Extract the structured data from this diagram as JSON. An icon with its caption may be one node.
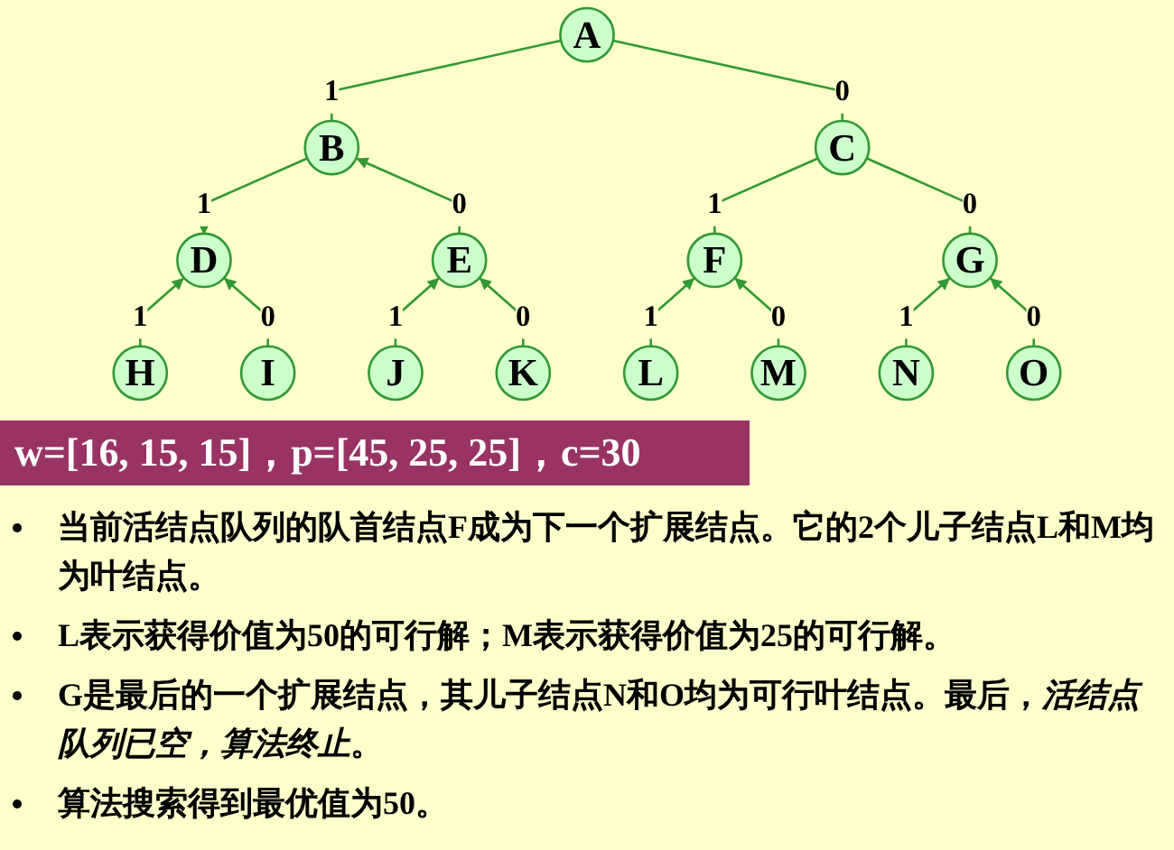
{
  "diagram": {
    "nodes": [
      {
        "text": [
          "A"
        ]
      },
      {
        "text": [
          "B"
        ]
      },
      {
        "text": [
          "C"
        ]
      },
      {
        "text": [
          "D"
        ]
      },
      {
        "text": [
          "E"
        ]
      },
      {
        "text": [
          "F"
        ]
      },
      {
        "text": [
          "G"
        ]
      },
      {
        "text": [
          "H"
        ]
      },
      {
        "text": [
          "I"
        ]
      },
      {
        "text": [
          "J"
        ]
      },
      {
        "text": [
          "K"
        ]
      },
      {
        "text": [
          "L"
        ]
      },
      {
        "text": [
          "M"
        ]
      },
      {
        "text": [
          "N"
        ]
      },
      {
        "text": [
          "O"
        ]
      }
    ],
    "edges": [
      {
        "from": 0,
        "to": 1,
        "arrow": "none",
        "label": "1"
      },
      {
        "from": 0,
        "to": 2,
        "arrow": "none",
        "label": "0"
      },
      {
        "from": 1,
        "to": 3,
        "arrow": "to",
        "label": "1"
      },
      {
        "from": 4,
        "to": 1,
        "arrow": "to",
        "label": "0"
      },
      {
        "from": 2,
        "to": 5,
        "arrow": "none",
        "label": "1"
      },
      {
        "from": 2,
        "to": 6,
        "arrow": "none",
        "label": "0"
      },
      {
        "from": 7,
        "to": 3,
        "arrow": "to",
        "label": "1"
      },
      {
        "from": 8,
        "to": 3,
        "arrow": "to",
        "label": "0"
      },
      {
        "from": 9,
        "to": 4,
        "arrow": "to",
        "label": "1"
      },
      {
        "from": 10,
        "to": 4,
        "arrow": "to",
        "label": "0"
      },
      {
        "from": 11,
        "to": 5,
        "arrow": "to",
        "label": "1"
      },
      {
        "from": 12,
        "to": 5,
        "arrow": "to",
        "label": "0"
      },
      {
        "from": 13,
        "to": 6,
        "arrow": "to",
        "label": "1"
      },
      {
        "from": 14,
        "to": 6,
        "arrow": "to",
        "label": "0"
      }
    ],
    "labels": [
      "w=[16, 15, 15]，p=[45, 25, 25]，c=30",
      "当前活结点队列的队首结点F成为下一个扩展结点。它的2个儿子结点L和M均为叶结点。",
      "L表示获得价值为50的可行解；M表示获得价值为25的可行解。",
      "G是最后的一个扩展结点，其儿子结点N和O均为可行叶结点。最后，*活结点队列已空，算法终止*。",
      "算法搜索得到最优值为50。"
    ]
  }
}
